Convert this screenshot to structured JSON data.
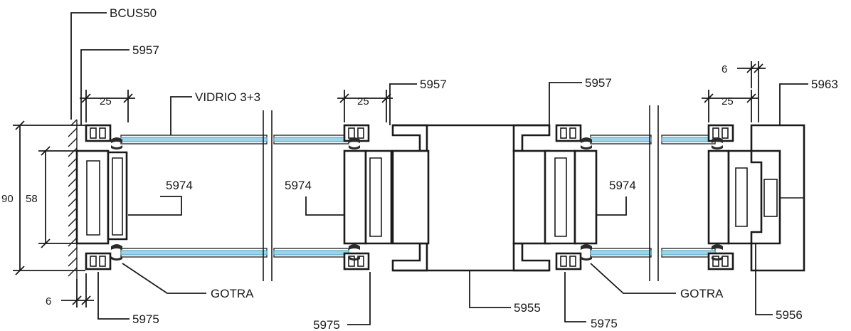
{
  "diagram": {
    "labels": {
      "bcus50": "BCUS50",
      "p5957_left": "5957",
      "p5957_mid": "5957",
      "p5957_right": "5957",
      "vidrio": "VIDRIO 3+3",
      "p5963": "5963",
      "p5974_a": "5974",
      "p5974_b": "5974",
      "p5974_c": "5974",
      "gotra_a": "GOTRA",
      "gotra_b": "GOTRA",
      "p5975_a": "5975",
      "p5975_b": "5975",
      "p5975_c": "5975",
      "p5955": "5955",
      "p5956": "5956"
    },
    "dimensions": {
      "d25_a": "25",
      "d25_b": "25",
      "d25_c": "25",
      "d6_top": "6",
      "d6_bottom": "6",
      "d90": "90",
      "d58": "58"
    },
    "colors": {
      "line": "#1a1a1a",
      "glass": "#9fd3e8"
    }
  }
}
